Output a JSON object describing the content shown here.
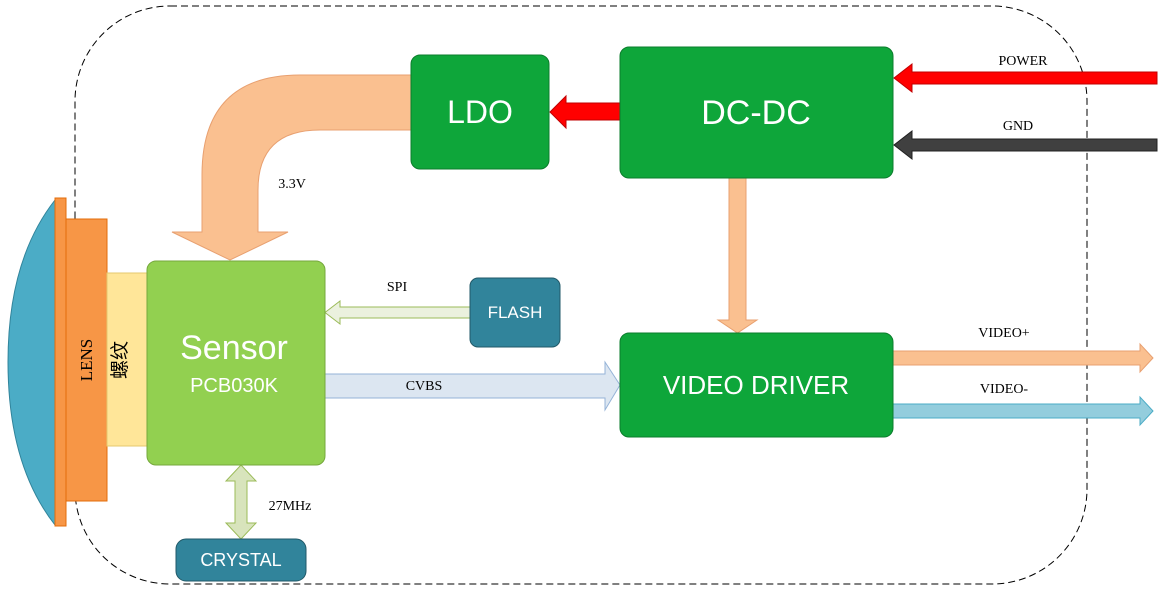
{
  "blocks": {
    "ldo": "LDO",
    "dcdc": "DC-DC",
    "sensor": "Sensor",
    "sensor_model": "PCB030K",
    "flash": "FLASH",
    "video_driver": "VIDEO DRIVER",
    "crystal": "CRYSTAL",
    "lens": "LENS",
    "thread": "螺纹"
  },
  "signals": {
    "power": "POWER",
    "gnd": "GND",
    "voltage": "3.3V",
    "spi": "SPI",
    "cvbs": "CVBS",
    "video_plus": "VIDEO+",
    "video_minus": "VIDEO-",
    "clock": "27MHz"
  },
  "colors": {
    "block_green": "#0ea63a",
    "sensor_green": "#92d050",
    "flash_teal": "#31849b",
    "lens_blue": "#4bacc6",
    "lens_orange": "#f79646",
    "thread_yellow": "#ffe699",
    "power_red": "#ff0000",
    "gnd_gray": "#404040",
    "peach": "#fac090",
    "pale_blue": "#dce6f1",
    "pale_green": "#d8e4bc",
    "video_minus_blue": "#93cddd"
  }
}
